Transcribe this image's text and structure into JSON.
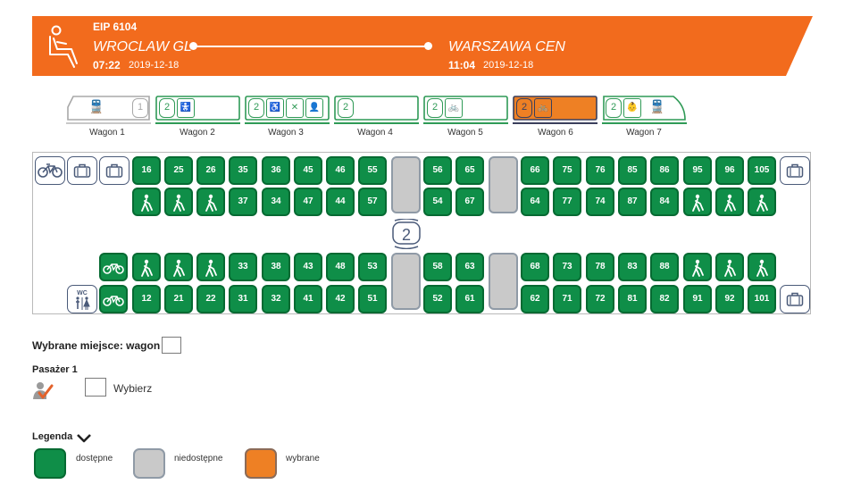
{
  "colors": {
    "header_orange": "#f26b1d",
    "seat_available": "#0f8e48",
    "seat_unavailable": "#c9c9c9",
    "seat_selected": "#ee8024",
    "wagon_outline_green": "#2f9a56",
    "wagon_outline_gray": "#a8a8a8"
  },
  "header": {
    "train_name": "EIP 6104",
    "from_station": "WROCLAW GL",
    "to_station": "WARSZAWA CEN",
    "departure_time": "07:22",
    "departure_date": "2019-12-18",
    "arrival_time": "11:04",
    "arrival_date": "2019-12-18",
    "icon": "seat-passenger-icon"
  },
  "wagons": [
    {
      "label": "Wagon 1",
      "class": "1",
      "icons": [
        "locomotive-icon"
      ],
      "state": "inactive"
    },
    {
      "label": "Wagon 2",
      "class": "2",
      "icons": [
        "child-stroller-icon"
      ],
      "state": "available"
    },
    {
      "label": "Wagon 3",
      "class": "2",
      "icons": [
        "wheelchair-icon",
        "restaurant-icon",
        "conductor-icon"
      ],
      "state": "available"
    },
    {
      "label": "Wagon 4",
      "class": "2",
      "icons": [],
      "state": "available"
    },
    {
      "label": "Wagon 5",
      "class": "2",
      "icons": [
        "bicycle-icon"
      ],
      "state": "available"
    },
    {
      "label": "Wagon 6",
      "class": "2",
      "icons": [
        "bicycle-icon"
      ],
      "state": "selected"
    },
    {
      "label": "Wagon 7",
      "class": "2",
      "icons": [
        "child-seat-icon",
        "locomotive-icon"
      ],
      "state": "available"
    }
  ],
  "seatmap": {
    "class_badge": "2",
    "row_top_a": [
      "16",
      "25",
      "26",
      "35",
      "36",
      "45",
      "46",
      "55",
      "56",
      "65",
      "66",
      "75",
      "76",
      "85",
      "86",
      "95",
      "96",
      "105"
    ],
    "row_top_b": [
      "37",
      "34",
      "47",
      "44",
      "57",
      "54",
      "67",
      "64",
      "77",
      "74",
      "87",
      "84"
    ],
    "row_bot_a": [
      "33",
      "38",
      "43",
      "48",
      "53",
      "58",
      "63",
      "68",
      "73",
      "78",
      "83",
      "88"
    ],
    "row_bot_b": [
      "12",
      "21",
      "22",
      "31",
      "32",
      "41",
      "42",
      "51",
      "52",
      "61",
      "62",
      "71",
      "72",
      "81",
      "82",
      "91",
      "92",
      "101"
    ],
    "wc_label": "WC"
  },
  "selection": {
    "chosen_label": "Wybrane miejsce: wagon",
    "chosen_value": "",
    "passenger_label": "Pasażer 1",
    "choose_label": "Wybierz",
    "choose_value": ""
  },
  "legend": {
    "title": "Legenda",
    "available": "dostępne",
    "unavailable": "niedostępne",
    "selected": "wybrane"
  }
}
